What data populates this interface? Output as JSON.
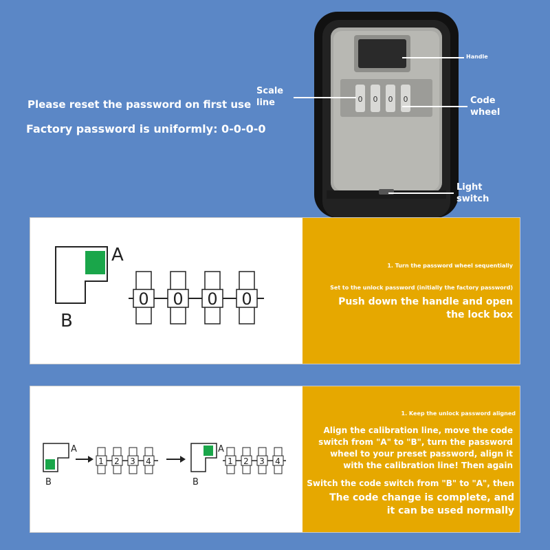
{
  "intro": {
    "line1": "Please reset the password on first use",
    "line2": "Factory password is uniformly: 0-0-0-0"
  },
  "callouts": {
    "scale_line": [
      "Scale",
      "line"
    ],
    "handle": "Handle",
    "code_wheel": [
      "Code",
      "wheel"
    ],
    "light_switch": [
      "Light",
      "switch"
    ]
  },
  "device": {
    "wheel_digits": [
      "0",
      "0",
      "0",
      "0"
    ]
  },
  "step1": {
    "switch_labels": {
      "a": "A",
      "b": "B"
    },
    "wheel_digits": [
      "0",
      "0",
      "0",
      "0"
    ],
    "title": "1. Turn the password wheel sequentially",
    "subtitle": "Set to the unlock password (initially the factory password)",
    "main": [
      "Push down the handle and open",
      "the lock box"
    ]
  },
  "step2": {
    "switch_labels": {
      "a": "A",
      "b": "B"
    },
    "wheel_digits": [
      "1",
      "2",
      "3",
      "4"
    ],
    "title": "1. Keep the unlock password aligned",
    "body": [
      "Align the calibration line, move the code",
      "switch from \"A\" to \"B\", turn the password",
      "wheel to your preset password, align it",
      "with the calibration line! Then again"
    ],
    "body2": "Switch the code switch from \"B\" to \"A\", then",
    "final": [
      "The code change is complete, and",
      "it can be used normally"
    ]
  },
  "colors": {
    "background": "#5b87c6",
    "accent_orange": "#e6a800",
    "switch_green": "#1aa64a"
  }
}
